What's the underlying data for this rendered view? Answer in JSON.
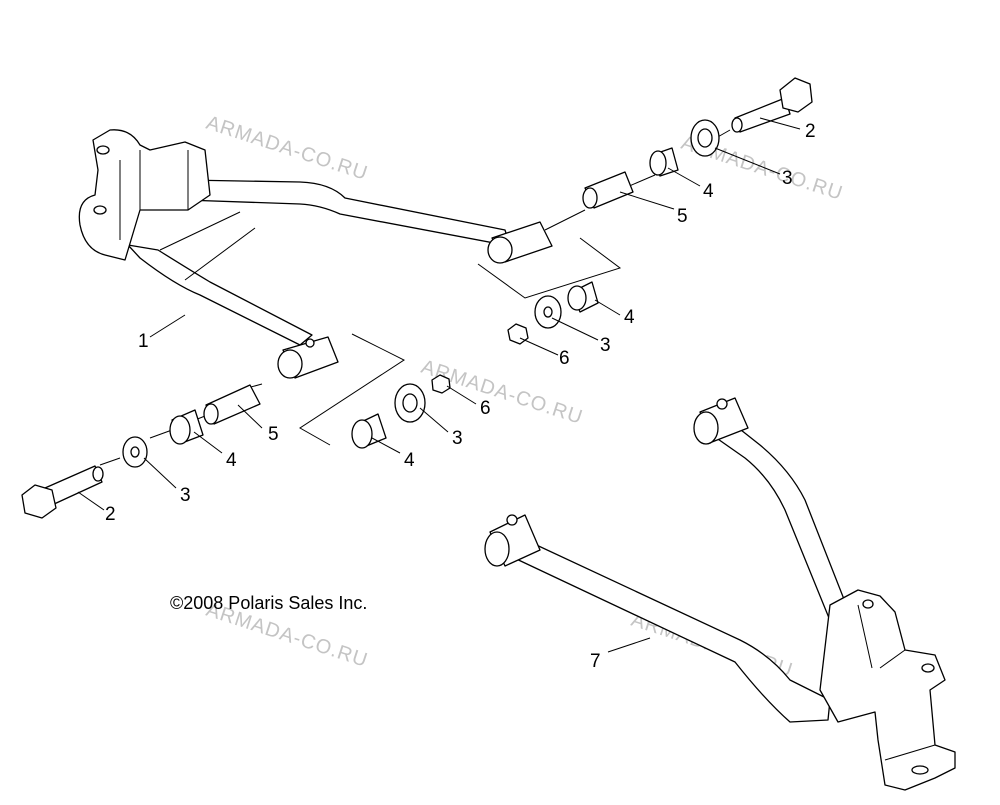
{
  "copyright": "©2008 Polaris Sales Inc.",
  "watermark": "ARMADA-CO.RU",
  "callouts": {
    "c1": "1",
    "c2_top": "2",
    "c3_top": "3",
    "c4_top": "4",
    "c5_top": "5",
    "c4_mid": "4",
    "c3_mid": "3",
    "c6_mid": "6",
    "c5_left": "5",
    "c4_left": "4",
    "c3_left": "3",
    "c2_left": "2",
    "c6_low": "6",
    "c3_low": "3",
    "c4_low": "4",
    "c7": "7"
  }
}
